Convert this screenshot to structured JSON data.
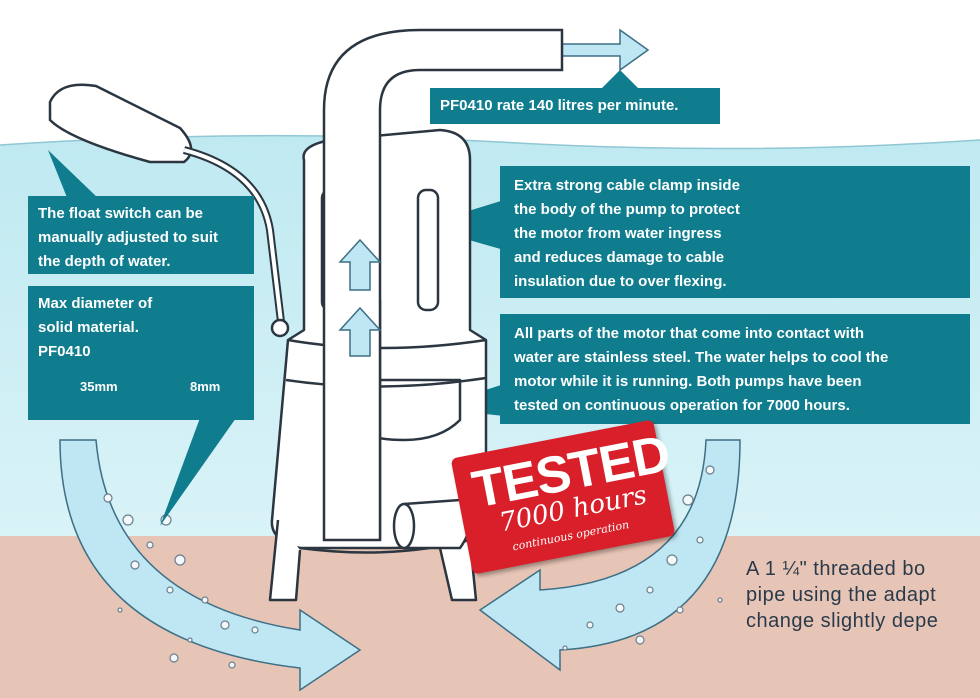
{
  "colors": {
    "water": "#c9eef4",
    "ground": "#e7c5b6",
    "callout": "#0f7d8e",
    "badge": "#d9202a",
    "pump_outline": "#2b3640",
    "flow_arrow": "#bfe6f3"
  },
  "callouts": {
    "rate": {
      "lines": [
        "PF0410 rate 140 litres per minute."
      ]
    },
    "clamp": {
      "lines": [
        "Extra strong cable clamp inside",
        "the body of the pump to protect",
        "the motor from water ingress",
        "and reduces damage to cable",
        "insulation due to over flexing."
      ]
    },
    "float": {
      "lines": [
        "The float switch can be",
        "manually adjusted to suit",
        "the depth of water."
      ]
    },
    "parts": {
      "lines": [
        "All parts of the motor that come into contact with",
        "water are stainless steel. The water helps to cool the",
        "motor while it is running. Both pumps have been",
        "tested on continuous operation for 7000 hours."
      ]
    },
    "diameter": {
      "lines": [
        "Max diameter of",
        "solid material.",
        "PF0410"
      ],
      "size_large": "35mm",
      "size_small": "8mm"
    }
  },
  "badge": {
    "title": "TESTED",
    "hours": "7000 hours",
    "subtitle": "continuous operation"
  },
  "bottom_text": {
    "lines": [
      "A 1 ¼\" threaded bo",
      "pipe using the adapt",
      "change slightly depe"
    ]
  },
  "icons": [
    "float-switch-icon",
    "cable-clamp-icon",
    "up-arrow-icon",
    "outlet-arrow-icon",
    "flow-arrow-icon"
  ]
}
